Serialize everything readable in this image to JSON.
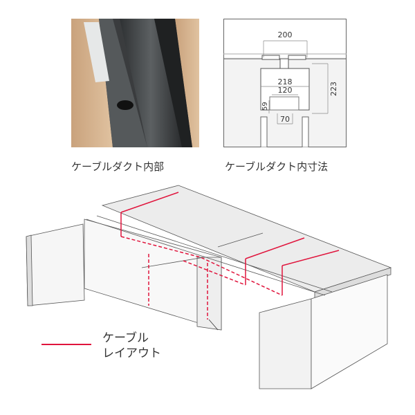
{
  "captions": {
    "photo": "ケーブルダクト内部",
    "dimensions": "ケーブルダクト内寸法"
  },
  "dimensions": {
    "width_top": "200",
    "width_inner": "218",
    "width_inner2": "120",
    "height_total": "223",
    "height_small": "59",
    "width_bottom": "70"
  },
  "legend": {
    "line1": "ケーブル",
    "line2": "レイアウト",
    "color": "#e0143c"
  }
}
